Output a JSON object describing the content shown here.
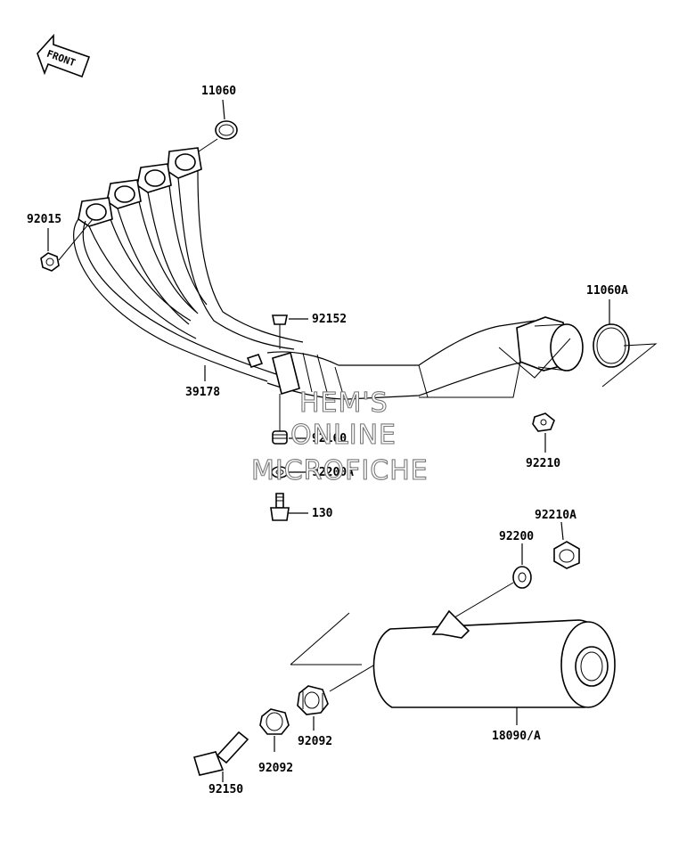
{
  "front_marker": {
    "label": "FRONT"
  },
  "labels": {
    "p11060": "11060",
    "p92015": "92015",
    "p11060A": "11060A",
    "p92152": "92152",
    "p39178": "39178",
    "p92160": "92160",
    "p92200A": "92200A",
    "p130": "130",
    "p92210": "92210",
    "p92210A": "92210A",
    "p92200": "92200",
    "p18090A": "18090/A",
    "p92092a": "92092",
    "p92092b": "92092",
    "p92150": "92150"
  },
  "watermark": {
    "line1": "HEM'S",
    "line2": "ONLINE",
    "line3": "MICROFICHE"
  }
}
